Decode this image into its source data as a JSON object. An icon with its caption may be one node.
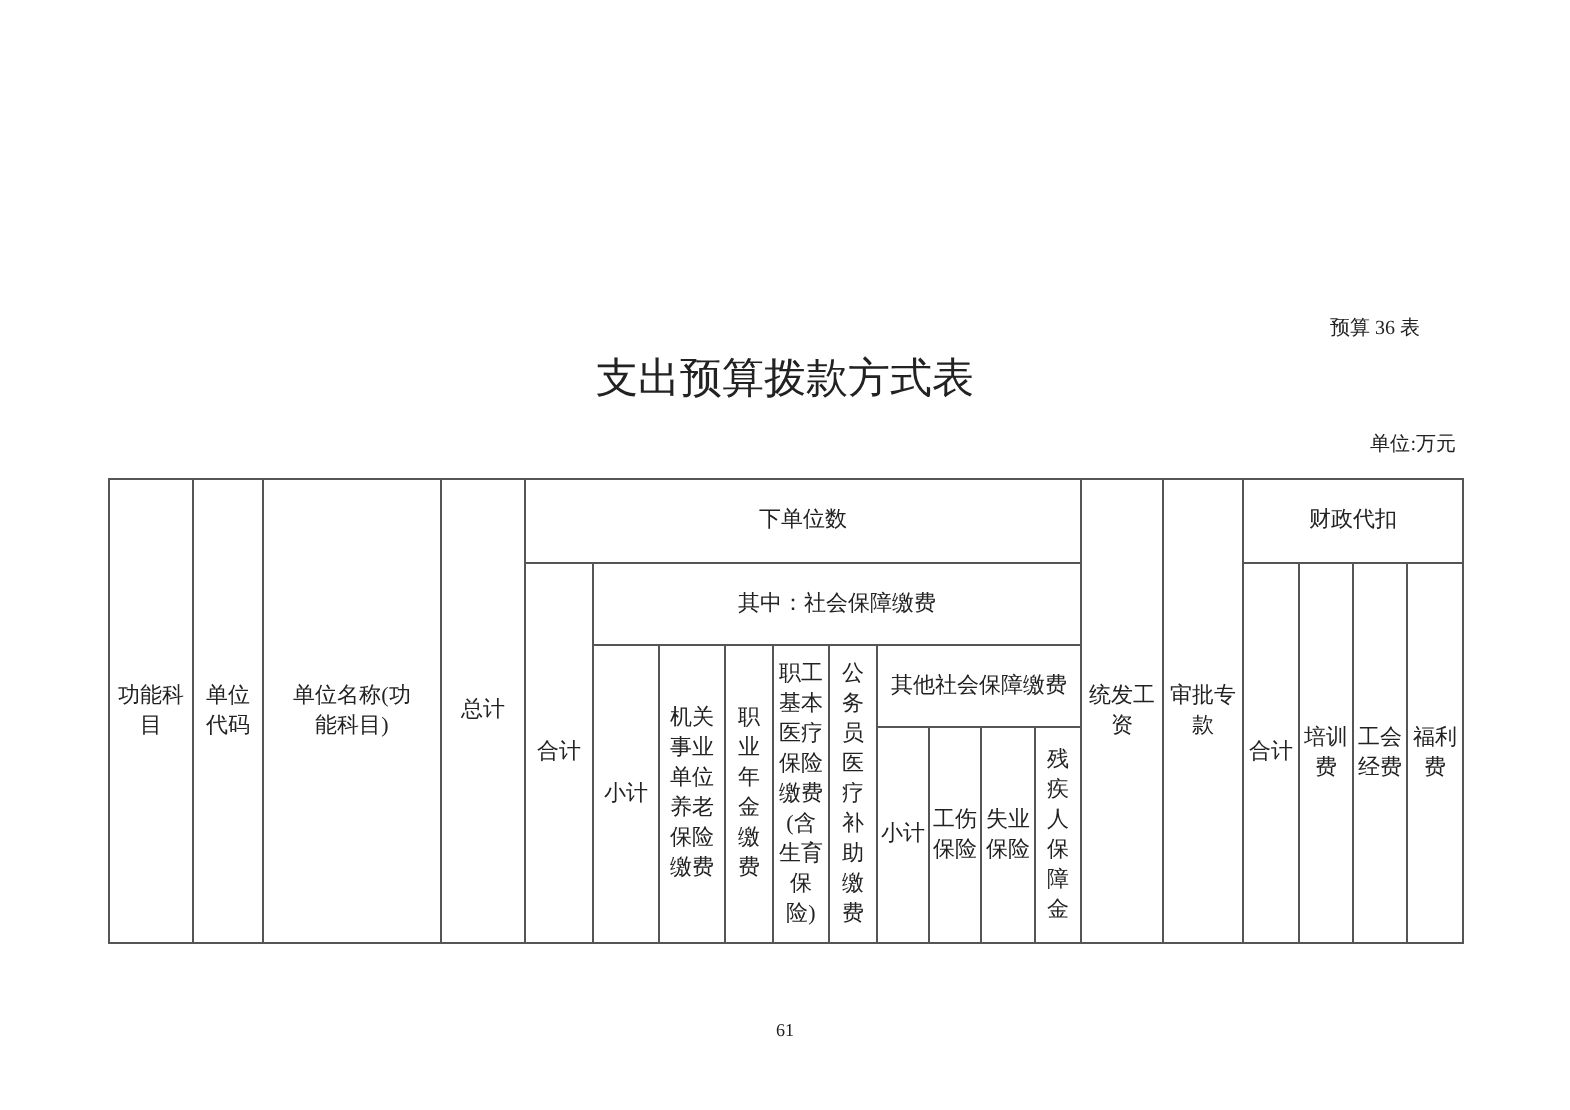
{
  "diagram": {
    "title": "支出预算拨款方式表",
    "labels": [
      "预算 36 表",
      "单位:万元",
      "功能科目",
      "单位代码",
      "单位名称(功能科目)",
      "总计",
      "下单位数",
      "统发工资",
      "审批专款",
      "财政代扣",
      "合计",
      "其中：社会保障缴费",
      "合计",
      "培训费",
      "工会经费",
      "福利费",
      "小计",
      "机关事业单位养老保险缴费",
      "职业年金缴费",
      "职工基本医疗保险缴费(含生育保险)",
      "公务员医疗补助缴费",
      "其他社会保障缴费",
      "小计",
      "工伤保险",
      "失业保险",
      "残疾人保障金",
      "61"
    ]
  }
}
